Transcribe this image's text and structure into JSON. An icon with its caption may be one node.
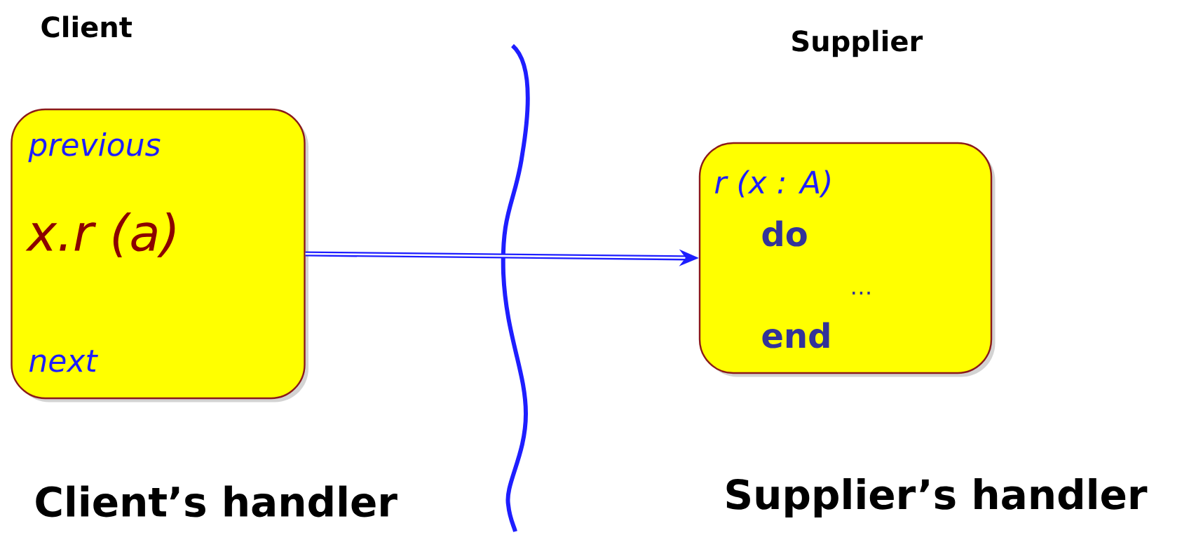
{
  "diagram": {
    "nodes": [
      {
        "text": [
          "previous",
          "x.r (a)",
          "next"
        ],
        "beside": [
          "Client",
          "Client’s handler"
        ]
      },
      {
        "text": [
          "r (x : A)",
          "do",
          "…",
          "end"
        ],
        "beside": [
          "Supplier",
          "Supplier’s handler"
        ]
      }
    ],
    "edges": [
      {
        "from": 0,
        "to": 1,
        "arrow": "to"
      }
    ]
  }
}
